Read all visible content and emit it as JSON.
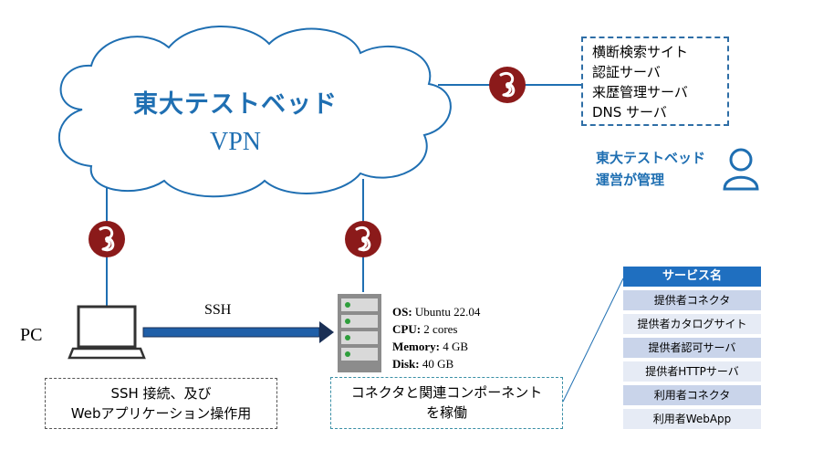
{
  "cloud": {
    "title": "東大テストベッド",
    "subtitle": "VPN"
  },
  "servers": [
    "横断検索サイト",
    "認証サーバ",
    "来歴管理サーバ",
    "DNS サーバ"
  ],
  "admin": {
    "line1": "東大テストベッド",
    "line2": "運営が管理"
  },
  "pc": {
    "label": "PC"
  },
  "ssh": {
    "label": "SSH"
  },
  "vm_spec": [
    {
      "key": "OS:",
      "value": " Ubuntu 22.04"
    },
    {
      "key": "CPU:",
      "value": " 2 cores"
    },
    {
      "key": "Memory:",
      "value": " 4 GB"
    },
    {
      "key": "Disk:",
      "value": " 40 GB"
    }
  ],
  "pc_note": {
    "line1": "SSH 接続、及び",
    "line2": "Webアプリケーション操作用"
  },
  "vm_note": {
    "line1": "コネクタと関連コンポーネント",
    "line2": "を稼働"
  },
  "services": {
    "header": "サービス名",
    "rows": [
      "提供者コネクタ",
      "提供者カタログサイト",
      "提供者認可サーバ",
      "提供者HTTPサーバ",
      "利用者コネクタ",
      "利用者WebApp"
    ]
  },
  "colors": {
    "accent": "#1f6fb2",
    "wireguard": "#8b1a1a",
    "table_header": "#1f6fc0"
  }
}
